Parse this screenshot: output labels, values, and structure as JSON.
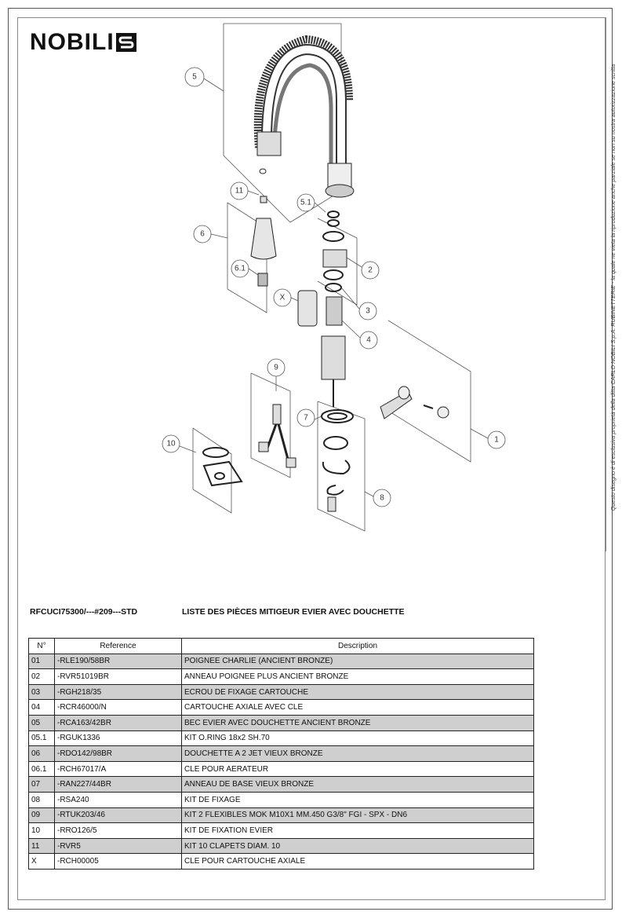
{
  "brand": {
    "logo_text": "NOBILI",
    "logo_mark": "S"
  },
  "side_notice": "Questo disegno è di esclusiva proprietà della ditta CARLO NOBILI S.p.A. RUBINETTERIE - la quale ne vieta la riproduzione anche parziale se non su nostra autorizzazione scritta",
  "diagram": {
    "callouts": [
      "5",
      "11",
      "5.1",
      "6",
      "6.1",
      "2",
      "X",
      "3",
      "4",
      "9",
      "7",
      "1",
      "10",
      "8"
    ]
  },
  "header": {
    "reference_code": "RFCUCI75300/---#209---STD",
    "title": "LISTE DES PIÈCES MITIGEUR EVIER AVEC DOUCHETTE"
  },
  "table": {
    "columns": [
      "N°",
      "Reference",
      "Description"
    ],
    "rows": [
      {
        "n": "01",
        "ref": "-RLE190/58BR",
        "desc": "POIGNEE CHARLIE  (ANCIENT BRONZE)"
      },
      {
        "n": "02",
        "ref": "-RVR51019BR",
        "desc": "ANNEAU POIGNEE PLUS ANCIENT BRONZE"
      },
      {
        "n": "03",
        "ref": "-RGH218/35",
        "desc": "ECROU DE FIXAGE CARTOUCHE"
      },
      {
        "n": "04",
        "ref": "-RCR46000/N",
        "desc": "CARTOUCHE AXIALE AVEC CLE"
      },
      {
        "n": "05",
        "ref": "-RCA163/42BR",
        "desc": "BEC EVIER AVEC DOUCHETTE ANCIENT BRONZE"
      },
      {
        "n": "05.1",
        "ref": "-RGUK1336",
        "desc": "KIT O.RING 18x2 SH.70"
      },
      {
        "n": "06",
        "ref": "-RDO142/98BR",
        "desc": "DOUCHETTE A 2 JET VIEUX BRONZE"
      },
      {
        "n": "06.1",
        "ref": "-RCH67017/A",
        "desc": "CLE POUR AERATEUR"
      },
      {
        "n": "07",
        "ref": "-RAN227/44BR",
        "desc": "ANNEAU DE BASE VIEUX BRONZE"
      },
      {
        "n": "08",
        "ref": "-RSA240",
        "desc": "KIT DE  FIXAGE"
      },
      {
        "n": "09",
        "ref": "-RTUK203/46",
        "desc": "KIT  2  FLEXIBLES MOK M10X1 MM.450 G3/8\" FGI - SPX - DN6"
      },
      {
        "n": "10",
        "ref": "-RRO126/5",
        "desc": "KIT DE  FIXATION EVIER"
      },
      {
        "n": "11",
        "ref": "-RVR5",
        "desc": "KIT  10 CLAPETS DIAM. 10"
      },
      {
        "n": "X",
        "ref": "-RCH00005",
        "desc": "CLE POUR CARTOUCHE AXIALE"
      }
    ]
  },
  "colors": {
    "row_shade": "#cfcfcf",
    "line": "#222222"
  }
}
